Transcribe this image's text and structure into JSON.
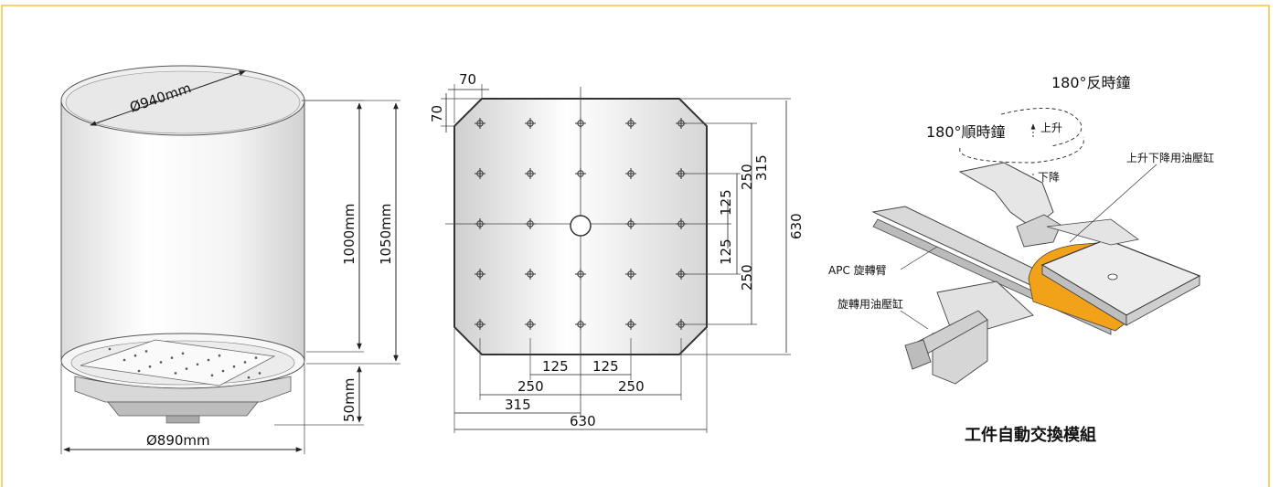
{
  "colors": {
    "frame": "#f5c440",
    "outline": "#333333",
    "orange": "#f2a219"
  },
  "tank": {
    "dia_top": "Ø940mm",
    "dia_bottom": "Ø890mm",
    "height_inner": "1000mm",
    "height_outer": "1050mm",
    "base": "50mm"
  },
  "plate": {
    "top_70": "70",
    "left_70": "70",
    "r315": "315",
    "r250a": "250",
    "r125a": "125",
    "r125b": "125",
    "r250b": "250",
    "r630": "630",
    "b125a": "125",
    "b125b": "125",
    "b250a": "250",
    "b250b": "250",
    "b315": "315",
    "b630": "630"
  },
  "apc": {
    "ccw": "180°反時鐘",
    "cw": "180°順時鐘",
    "up": "上升",
    "down": "下降",
    "lift_cyl": "上升下降用油壓缸",
    "arm": "APC 旋轉臂",
    "rot_cyl": "旋轉用油壓缸",
    "title": "工件自動交換模組"
  }
}
